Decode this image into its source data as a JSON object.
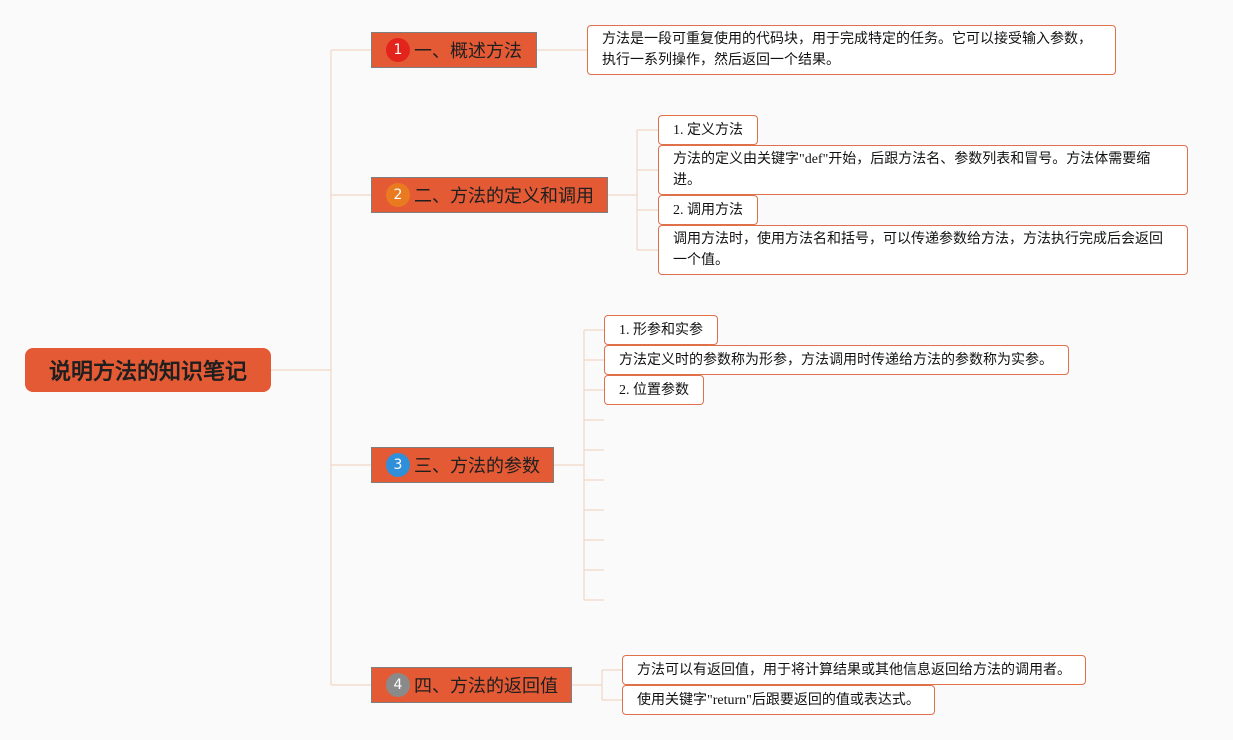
{
  "root": {
    "label": "说明方法的知识笔记"
  },
  "colors": {
    "node_fill": "#e35a35",
    "leaf_border": "#e0704a",
    "connector": "#f0d7c7",
    "badge_1": "#e3241c",
    "badge_2": "#ea7a1f",
    "badge_3": "#2f8fd8",
    "badge_4": "#8a8a8a"
  },
  "branches": [
    {
      "label": "一、概述方法",
      "badge": "1",
      "badge_color": "#e3241c",
      "children": [
        {
          "text": "方法是一段可重复使用的代码块，用于完成特定的任务。它可以接受输入参数，执行一系列操作，然后返回一个结果。"
        }
      ]
    },
    {
      "label": "二、方法的定义和调用",
      "badge": "2",
      "badge_color": "#ea7a1f",
      "children": [
        {
          "text": "1. 定义方法"
        },
        {
          "text": "方法的定义由关键字\"def\"开始，后跟方法名、参数列表和冒号。方法体需要缩进。"
        },
        {
          "text": "2. 调用方法"
        },
        {
          "text": "调用方法时，使用方法名和括号，可以传递参数给方法，方法执行完成后会返回一个值。"
        }
      ]
    },
    {
      "label": "三、方法的参数",
      "badge": "3",
      "badge_color": "#2f8fd8",
      "children": [
        {
          "text": "1. 形参和实参"
        },
        {
          "text": "方法定义时的参数称为形参，方法调用时传递给方法的参数称为实参。"
        },
        {
          "text": "2. 位置参数"
        }
      ]
    },
    {
      "label": "四、方法的返回值",
      "badge": "4",
      "badge_color": "#8a8a8a",
      "children": [
        {
          "text": "方法可以有返回值，用于将计算结果或其他信息返回给方法的调用者。"
        },
        {
          "text": "使用关键字\"return\"后跟要返回的值或表达式。"
        }
      ]
    }
  ]
}
